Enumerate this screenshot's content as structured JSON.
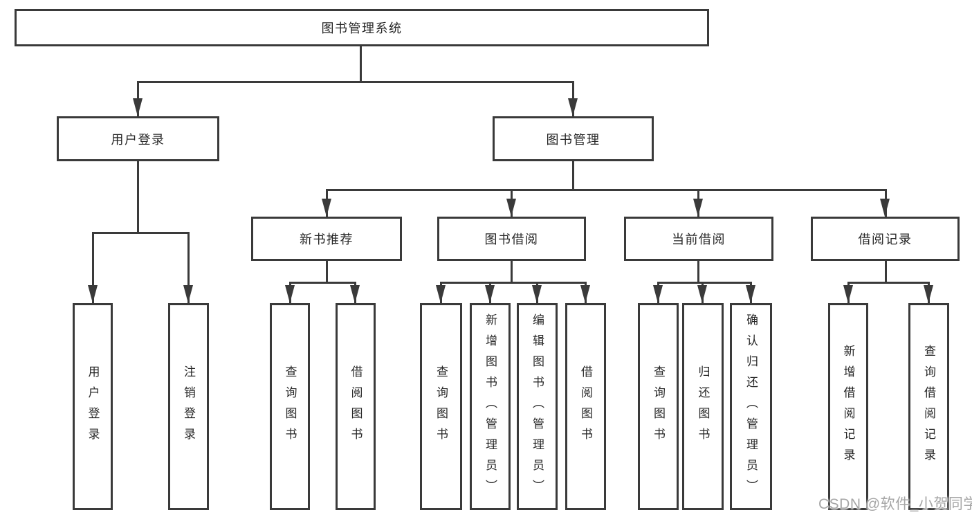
{
  "diagram": {
    "title": "图书管理系统",
    "colors": {
      "line": "#3a3a3a",
      "text": "#262626",
      "background": "#ffffff",
      "watermark": "#a6a6a6"
    },
    "nodes": {
      "root": {
        "label": "图书管理系统"
      },
      "user_login": {
        "label": "用户登录"
      },
      "book_mgmt": {
        "label": "图书管理"
      },
      "new_book_rec": {
        "label": "新书推荐"
      },
      "book_borrow": {
        "label": "图书借阅"
      },
      "current_borrow": {
        "label": "当前借阅"
      },
      "borrow_record": {
        "label": "借阅记录"
      },
      "leaf_user_login": {
        "label": "用户登录"
      },
      "leaf_logout": {
        "label": "注销登录"
      },
      "leaf_query_book_rec": {
        "label": "查询图书"
      },
      "leaf_borrow_book_rec": {
        "label": "借阅图书"
      },
      "leaf_query_book_borrow": {
        "label": "查询图书"
      },
      "leaf_add_book": {
        "label": "新增图书（管理员）"
      },
      "leaf_edit_book": {
        "label": "编辑图书（管理员）"
      },
      "leaf_borrow_book_borrow": {
        "label": "借阅图书"
      },
      "leaf_query_book_current": {
        "label": "查询图书"
      },
      "leaf_return_book": {
        "label": "归还图书"
      },
      "leaf_confirm_return": {
        "label": "确认归还（管理员）"
      },
      "leaf_add_borrow_record": {
        "label": "新增借阅记录"
      },
      "leaf_query_borrow_record": {
        "label": "查询借阅记录"
      }
    },
    "watermark": "CSDN @软件_小贺同学"
  }
}
